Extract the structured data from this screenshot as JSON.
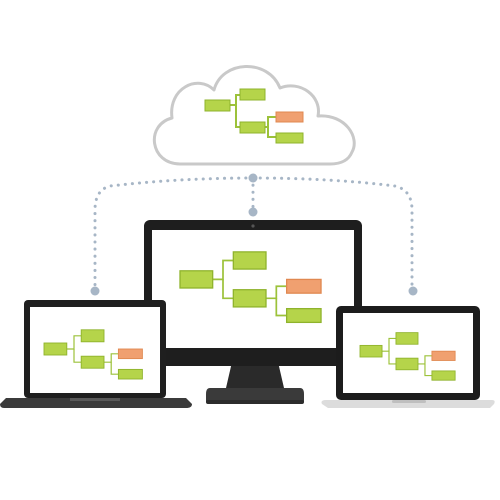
{
  "colors": {
    "background": "#ffffff",
    "node_green_fill": "#b5d44a",
    "node_green_stroke": "#8fb32c",
    "node_orange_fill": "#f0a070",
    "node_orange_stroke": "#e08850",
    "connector": "#9cc23a",
    "cloud_stroke": "#c9c9c9",
    "sync_dots": "#a7b6c6",
    "device_frame_dark": "#1e1e1e",
    "device_frame_light": "#d9d9d9",
    "screen": "#ffffff"
  },
  "icons": {
    "cloud": "cloud-icon",
    "network": "dotted-sync-network",
    "laptop": "laptop-icon",
    "desktop": "desktop-monitor-icon",
    "macbook": "light-laptop-icon",
    "diagram": "mind-map-diagram"
  },
  "diagram": {
    "nodes": [
      {
        "id": "root",
        "color": "green"
      },
      {
        "id": "top",
        "color": "green"
      },
      {
        "id": "mid",
        "color": "green"
      },
      {
        "id": "branch_a",
        "color": "orange"
      },
      {
        "id": "branch_b",
        "color": "green"
      }
    ]
  }
}
